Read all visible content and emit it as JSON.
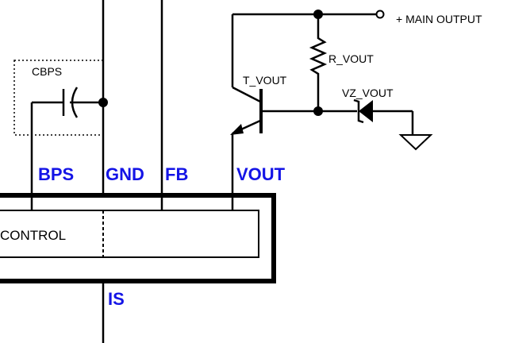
{
  "labels": {
    "cbps": "CBPS",
    "r_vout": "R_VOUT",
    "t_vout": "T_VOUT",
    "vz_vout": "VZ_VOUT",
    "main_output": "+ MAIN OUTPUT",
    "control": "CONTROL"
  },
  "pins": {
    "bps": "BPS",
    "gnd": "GND",
    "fb": "FB",
    "vout": "VOUT",
    "is": "IS"
  },
  "colors": {
    "pin_label": "#1414e6",
    "wire": "#000000",
    "background": "#ffffff"
  }
}
